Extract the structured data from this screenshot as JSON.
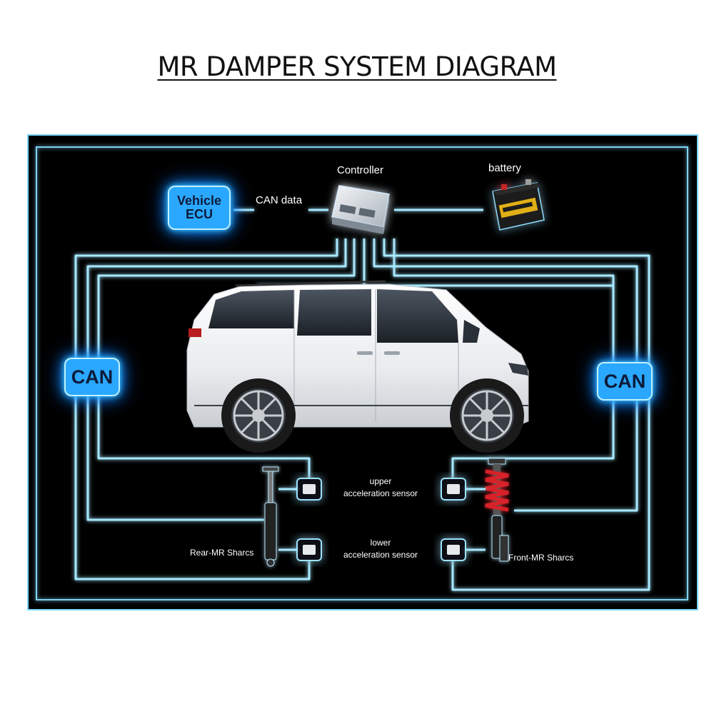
{
  "title": "MR DAMPER SYSTEM DIAGRAM",
  "colors": {
    "panel_background": "#000000",
    "wire": "#9be3ff",
    "wire_glow": "#1f9bff",
    "box_fill": "#2aa8ff",
    "box_text": "#0d1b3a",
    "car_body": "#f2f3f5",
    "spring": "#d8222b"
  },
  "labels": {
    "controller": "Controller",
    "battery": "battery",
    "can_data": "CAN data",
    "vehicle_ecu_line1": "Vehicle",
    "vehicle_ecu_line2": "ECU",
    "can_left": "CAN",
    "can_right": "CAN",
    "upper_sensor_line1": "upper",
    "upper_sensor_line2": "acceleration sensor",
    "lower_sensor_line1": "lower",
    "lower_sensor_line2": "acceleration sensor",
    "rear_damper": "Rear-MR Sharcs",
    "front_damper": "Front-MR Sharcs"
  },
  "icons": {
    "controller": "ecu-module-icon",
    "battery": "car-battery-icon",
    "vehicle": "minivan-image",
    "rear_damper": "shock-absorber-icon",
    "front_damper": "coilover-damper-icon",
    "sensor": "acceleration-sensor-icon"
  }
}
